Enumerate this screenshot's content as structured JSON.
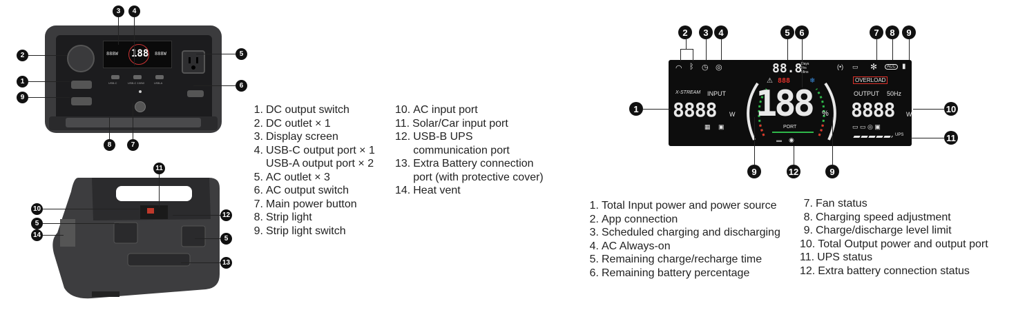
{
  "left_list_1": [
    {
      "n": "1.",
      "t": "DC output switch"
    },
    {
      "n": "2.",
      "t": "DC outlet × 1"
    },
    {
      "n": "3.",
      "t": "Display screen"
    },
    {
      "n": "4.",
      "t": "USB-C output port × 1"
    },
    {
      "n": "",
      "t": "USB-A output port × 2"
    },
    {
      "n": "5.",
      "t": "AC outlet × 3"
    },
    {
      "n": "6.",
      "t": "AC output switch"
    },
    {
      "n": "7.",
      "t": "Main power button"
    },
    {
      "n": "8.",
      "t": "Strip light"
    },
    {
      "n": "9.",
      "t": "Strip light switch"
    }
  ],
  "left_list_2": [
    {
      "n": "10.",
      "t": "AC input port"
    },
    {
      "n": "11.",
      "t": "Solar/Car input port"
    },
    {
      "n": "12.",
      "t": "USB-B UPS communication port"
    },
    {
      "n": "13.",
      "t": "Extra Battery connection port (with protective cover)"
    },
    {
      "n": "14.",
      "t": "Heat vent"
    }
  ],
  "right_list_1": [
    {
      "n": "1.",
      "t": "Total Input power and power source"
    },
    {
      "n": "2.",
      "t": "App connection"
    },
    {
      "n": "3.",
      "t": "Scheduled charging and discharging"
    },
    {
      "n": "4.",
      "t": "AC Always-on"
    },
    {
      "n": "5.",
      "t": "Remaining charge/recharge time"
    },
    {
      "n": "6.",
      "t": "Remaining battery percentage"
    }
  ],
  "right_list_2": [
    {
      "n": "7.",
      "t": "Fan status"
    },
    {
      "n": "8.",
      "t": "Charging speed adjustment"
    },
    {
      "n": "9.",
      "t": "Charge/discharge level limit"
    },
    {
      "n": "10.",
      "t": "Total Output power and output port"
    },
    {
      "n": "11.",
      "t": "UPS status"
    },
    {
      "n": "12.",
      "t": "Extra battery connection status"
    }
  ],
  "device1_badges": [
    "3",
    "4",
    "2",
    "5",
    "1",
    "6",
    "9",
    "8",
    "7"
  ],
  "device2_badges": [
    "11",
    "10",
    "12",
    "5",
    "14",
    "5",
    "13"
  ],
  "lcd_badges": [
    "2",
    "3",
    "4",
    "5",
    "6",
    "7",
    "8",
    "9",
    "1",
    "10",
    "11",
    "9",
    "12",
    "9"
  ],
  "lcd": {
    "brand": "X-STREAM",
    "input_label": "INPUT",
    "output_label": "OUTPUT",
    "input_digits": "8888",
    "output_digits": "8888",
    "unit_w": "W",
    "hz": "50Hz",
    "time_digits": "88.8",
    "time_units": [
      "Days",
      "Hrs",
      "Mins"
    ],
    "center_digits": "188",
    "percent": "%",
    "warn_digits": "888",
    "overload": "OVERLOAD",
    "port": "PORT",
    "ups": "UPS",
    "acc": "ACC"
  },
  "device_screen": {
    "left_digits": "888W",
    "center_digits": "188",
    "right_digits": "888W",
    "ports": [
      "USB-C",
      "USB-C 100W",
      "USB-A"
    ]
  },
  "colors": {
    "lcd_bg": "#0d0d0d",
    "red": "#e0312a",
    "green": "#2fb84a",
    "badge": "#111111"
  }
}
